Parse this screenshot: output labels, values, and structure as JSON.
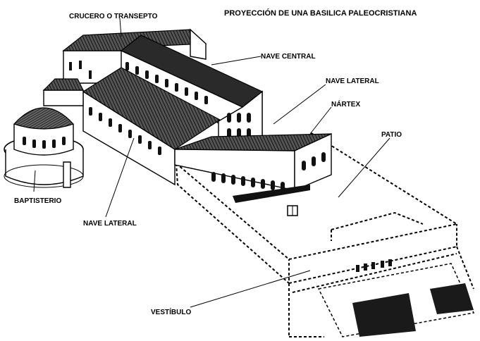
{
  "title": "PROYECCIÓN DE UNA BASILICA PALEOCRISTIANA",
  "labels": {
    "crucero": "CRUCERO O TRANSEPTO",
    "nave_central": "NAVE CENTRAL",
    "nave_lateral_right": "NAVE LATERAL",
    "nartex": "NÁRTEX",
    "patio": "PATIO",
    "baptisterio": "BAPTISTERIO",
    "nave_lateral_left": "NAVE LATERAL",
    "vestibulo": "VESTÍBULO"
  }
}
